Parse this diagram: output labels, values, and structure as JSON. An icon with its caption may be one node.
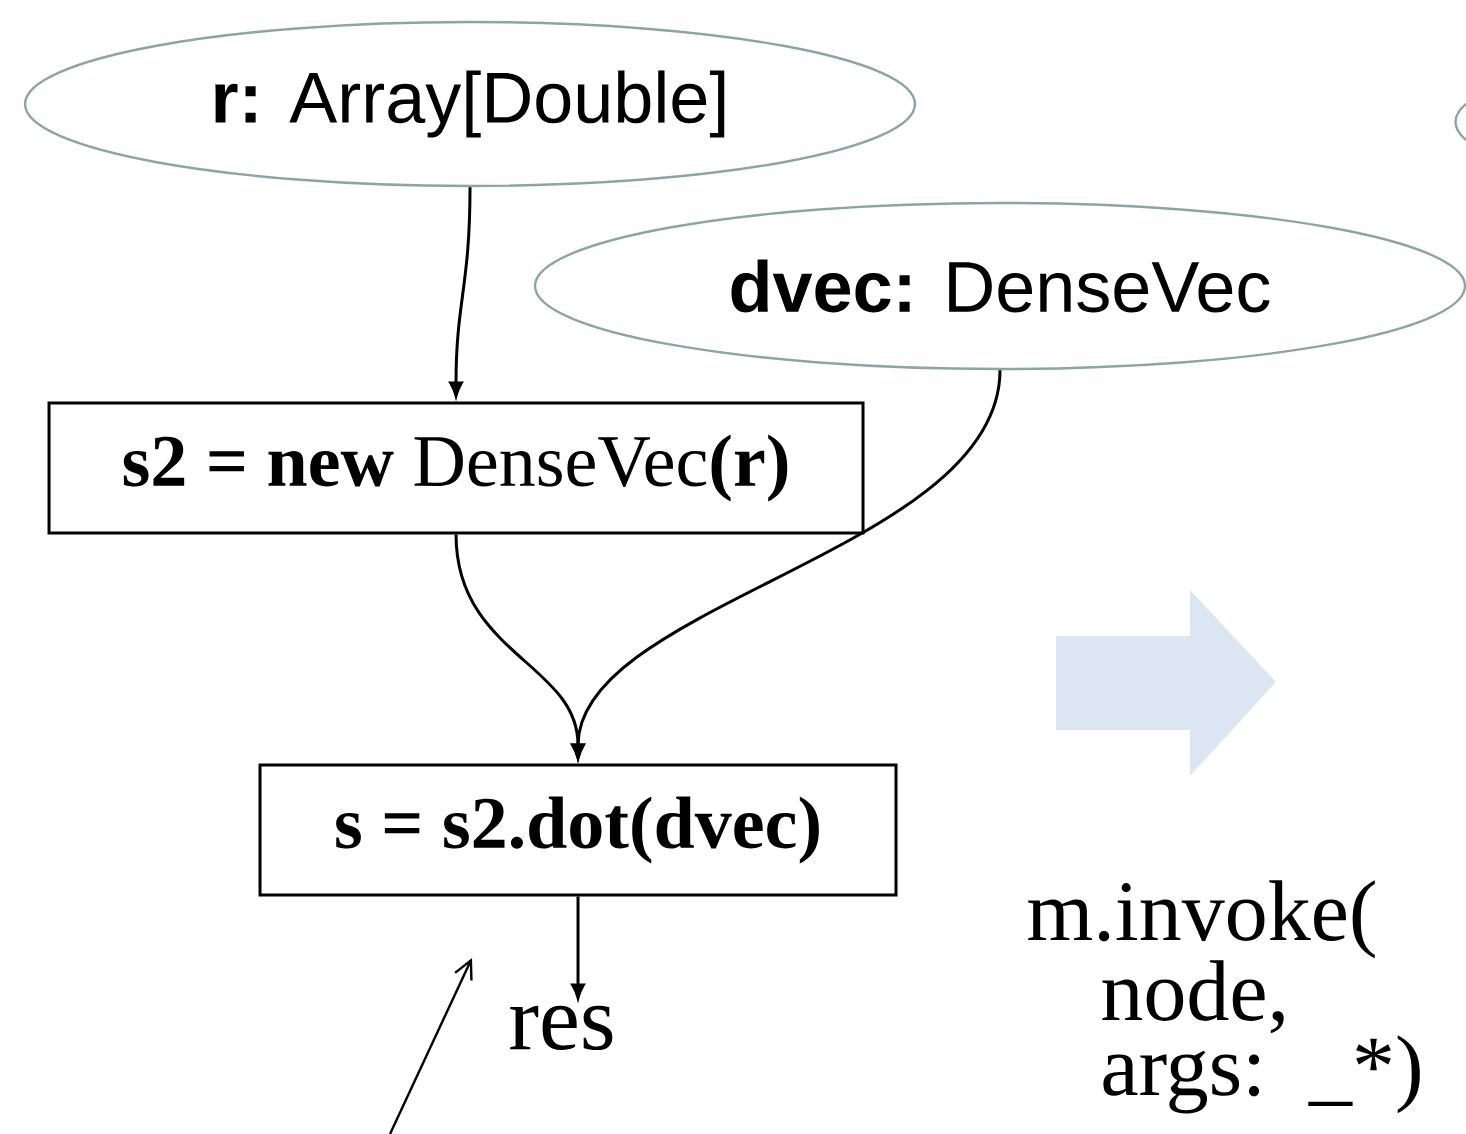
{
  "diagram": {
    "nodes": [
      {
        "text": [
          "**r:** Array[Double]"
        ]
      },
      {
        "text": [
          "**dvec:** DenseVec"
        ]
      },
      {
        "text": [
          "**s2 = new** DenseVec**(r)**"
        ]
      },
      {
        "text": [
          "s = s2.dot(dvec)"
        ]
      },
      {
        "text": [
          "res"
        ]
      }
    ],
    "edges": [
      {
        "from": 0,
        "to": 2,
        "arrow": "to"
      },
      {
        "from": 2,
        "to": 3,
        "arrow": "to"
      },
      {
        "from": 1,
        "to": 3,
        "arrow": "to"
      },
      {
        "from": 3,
        "to": 4,
        "arrow": "to"
      }
    ],
    "labels": [
      "m.invoke( node, args: _*)"
    ]
  }
}
